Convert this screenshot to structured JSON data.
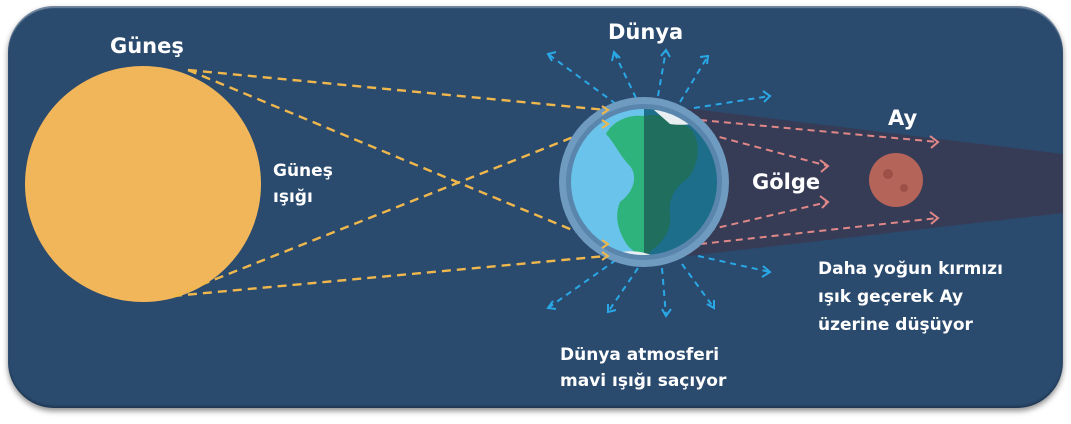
{
  "labels": {
    "sun": "Güneş",
    "sunlight_line1": "Güneş",
    "sunlight_line2": "ışığı",
    "earth": "Dünya",
    "moon": "Ay",
    "shadow": "Gölge",
    "moon_note_line1": "Daha yoğun kırmızı",
    "moon_note_line2": "ışık geçerek Ay",
    "moon_note_line3": "üzerine düşüyor",
    "atmos_line1": "Dünya atmosferi",
    "atmos_line2": "mavi ışığı saçıyor"
  },
  "colors": {
    "background": "#2a4a6e",
    "sun": "#f2b65a",
    "sun_rays": "#f0b84c",
    "blue_rays": "#2aa8e6",
    "red_rays": "#e08888",
    "atmosphere": "#6f9bc0",
    "ocean_day": "#69c3ea",
    "ocean_night": "#1d6e8a",
    "land": "#2fb37d",
    "moon": "#b5645a",
    "shadow": "#3a3a52"
  }
}
